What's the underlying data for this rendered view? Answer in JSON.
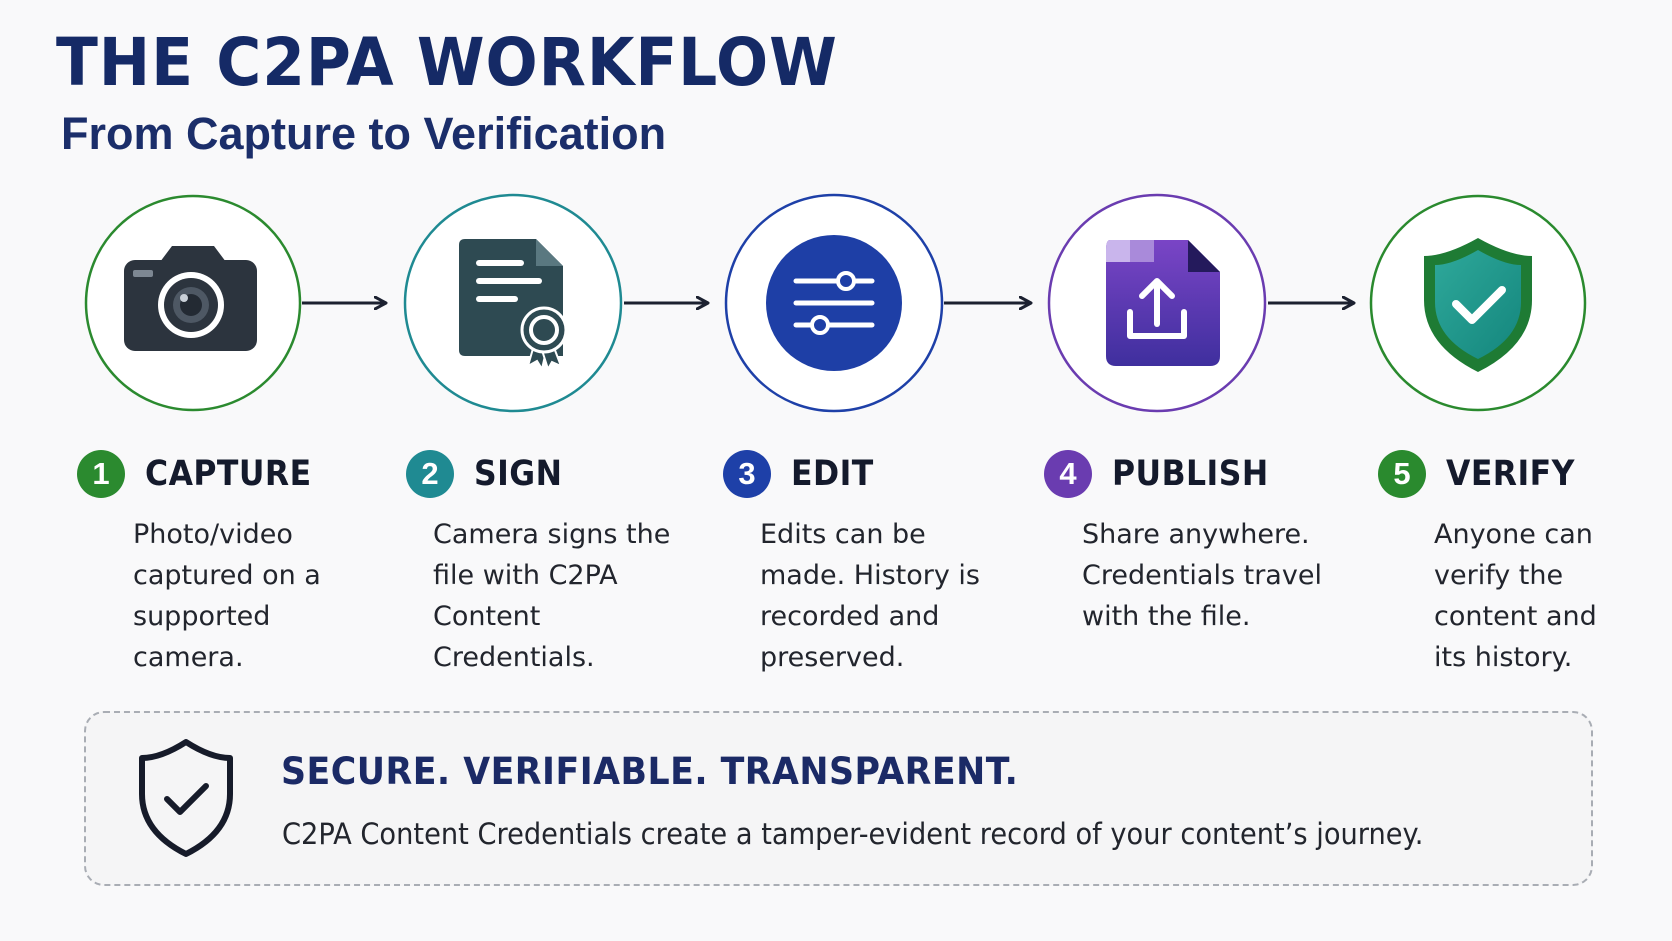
{
  "header": {
    "title": "THE C2PA WORKFLOW",
    "subtitle": "From Capture to Verification"
  },
  "steps": [
    {
      "number": "1",
      "title": "CAPTURE",
      "description": [
        "Photo/video",
        "captured on a",
        "supported",
        "camera."
      ],
      "icon": "camera-icon",
      "color": "#2b8a2f"
    },
    {
      "number": "2",
      "title": "SIGN",
      "description": [
        "Camera signs the",
        "file with C2PA",
        "Content",
        "Credentials."
      ],
      "icon": "signed-document-icon",
      "color": "#1f8a92"
    },
    {
      "number": "3",
      "title": "EDIT",
      "description": [
        "Edits can be",
        "made. History is",
        "recorded and",
        "preserved."
      ],
      "icon": "sliders-icon",
      "color": "#1e40a8"
    },
    {
      "number": "4",
      "title": "PUBLISH",
      "description": [
        "Share anywhere.",
        "Credentials travel",
        "with the file."
      ],
      "icon": "upload-file-icon",
      "color": "#6a3cb0"
    },
    {
      "number": "5",
      "title": "VERIFY",
      "description": [
        "Anyone can",
        "verify the",
        "content and",
        "its history."
      ],
      "icon": "shield-check-icon",
      "color": "#2a8a2e"
    }
  ],
  "banner": {
    "title": "SECURE. VERIFIABLE. TRANSPARENT.",
    "text": "C2PA Content Credentials create a tamper-evident record of your content’s journey.",
    "icon": "shield-check-outline-icon"
  }
}
